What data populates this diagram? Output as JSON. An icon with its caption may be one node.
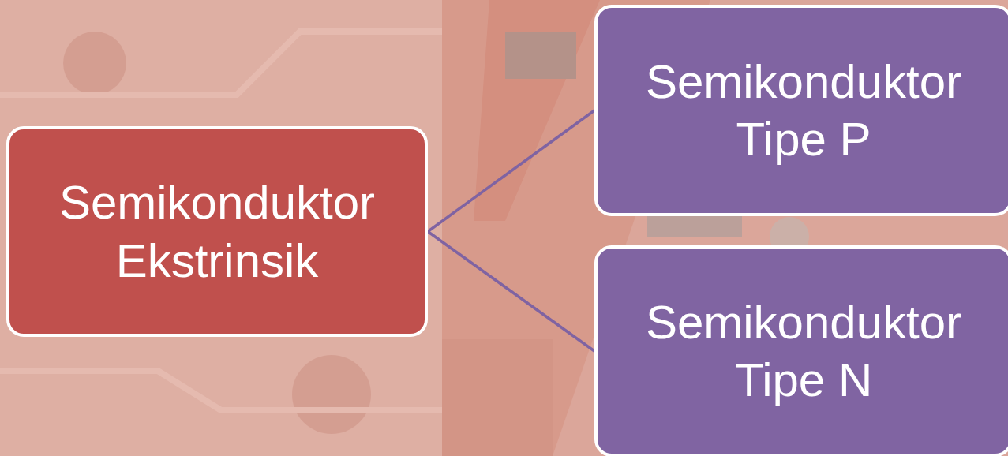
{
  "diagram": {
    "nodes": [
      {
        "text": [
          "Semikonduktor Ekstrinsik"
        ]
      },
      {
        "text": [
          "Semikonduktor Tipe P"
        ]
      },
      {
        "text": [
          "Semikonduktor Tipe N"
        ]
      }
    ],
    "edges": [
      {
        "from": 0,
        "to": 1,
        "arrow": "none"
      },
      {
        "from": 0,
        "to": 2,
        "arrow": "none"
      }
    ]
  }
}
